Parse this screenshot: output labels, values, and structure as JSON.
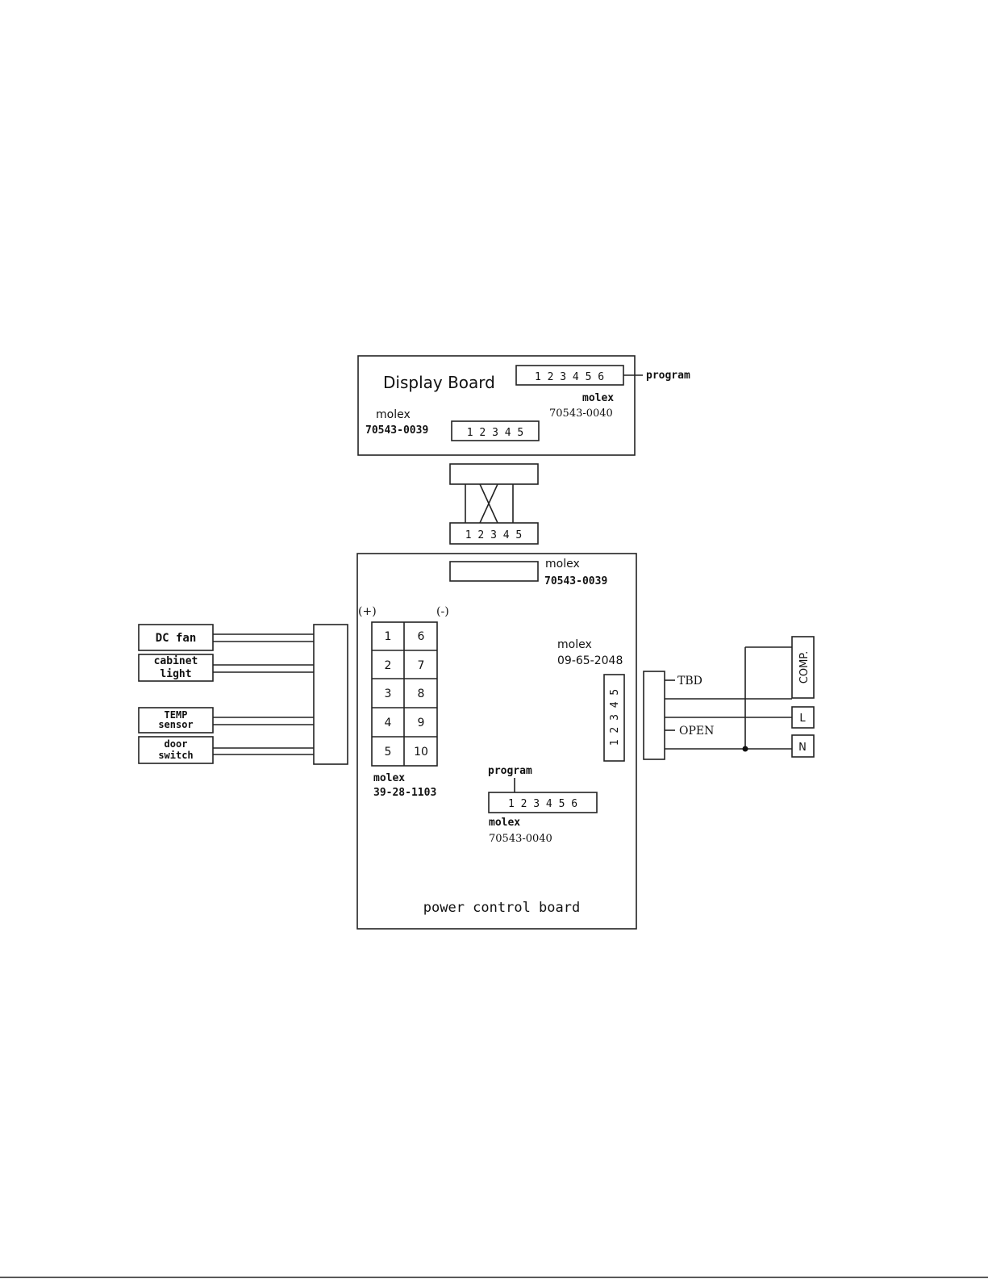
{
  "display_board": {
    "title": "Display Board",
    "conn_left": {
      "brand": "molex",
      "part": "70543-0039",
      "pins": "1 2 3 4 5"
    },
    "conn_right": {
      "brand": "molex",
      "part": "70543-0040",
      "pins": "1 2 3 4 5 6",
      "program": "program"
    }
  },
  "cable": {
    "pins": "1 2 3 4 5"
  },
  "power_board": {
    "title": "power control board",
    "top_conn": {
      "brand": "molex",
      "part": "70543-0039"
    },
    "plus_label": "(+)",
    "minus_label": "(-)",
    "grid_conn": {
      "brand": "molex",
      "part": "39-28-1103",
      "left_pins": [
        "1",
        "2",
        "3",
        "4",
        "5"
      ],
      "right_pins": [
        "6",
        "7",
        "8",
        "9",
        "10"
      ]
    },
    "right_conn": {
      "brand": "molex",
      "part": "09-65-2048",
      "pins": "1 2 3 4 5"
    },
    "program_conn": {
      "program": "program",
      "pins": "1 2 3 4 5 6",
      "brand": "molex",
      "part": "70543-0040"
    }
  },
  "left_devices": {
    "dc_fan": "DC fan",
    "cabinet_light": [
      "cabinet",
      "light"
    ],
    "temp_sensor": [
      "TEMP",
      "sensor"
    ],
    "door_switch": [
      "door",
      "switch"
    ]
  },
  "right_side": {
    "tbd": "TBD",
    "open": "OPEN",
    "comp": "COMP.",
    "l": "L",
    "n": "N"
  }
}
